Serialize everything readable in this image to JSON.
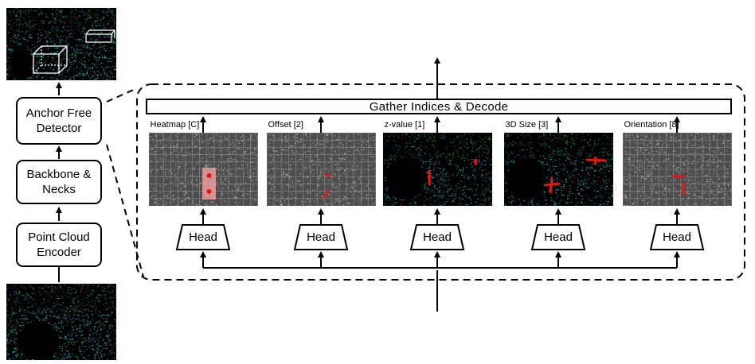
{
  "pipeline": {
    "encoder_label": "Point Cloud Encoder",
    "backbone_label": "Backbone & Necks",
    "detector_label": "Anchor Free Detector"
  },
  "gather_label": "Gather Indices & Decode",
  "heads": [
    {
      "label": "Head",
      "output_label": "Heatmap [C]",
      "map_style": "gray"
    },
    {
      "label": "Head",
      "output_label": "Offset [2]",
      "map_style": "gray"
    },
    {
      "label": "Head",
      "output_label": "z-value [1]",
      "map_style": "color"
    },
    {
      "label": "Head",
      "output_label": "3D Size [3]",
      "map_style": "color"
    },
    {
      "label": "Head",
      "output_label": "Orientation [8]",
      "map_style": "gray"
    }
  ],
  "colors": {
    "point_cloud_cyan": "#35d6c8",
    "point_cloud_green": "#27b04a",
    "marker_red": "#e01818",
    "map_gray": "#4d4d4d"
  }
}
